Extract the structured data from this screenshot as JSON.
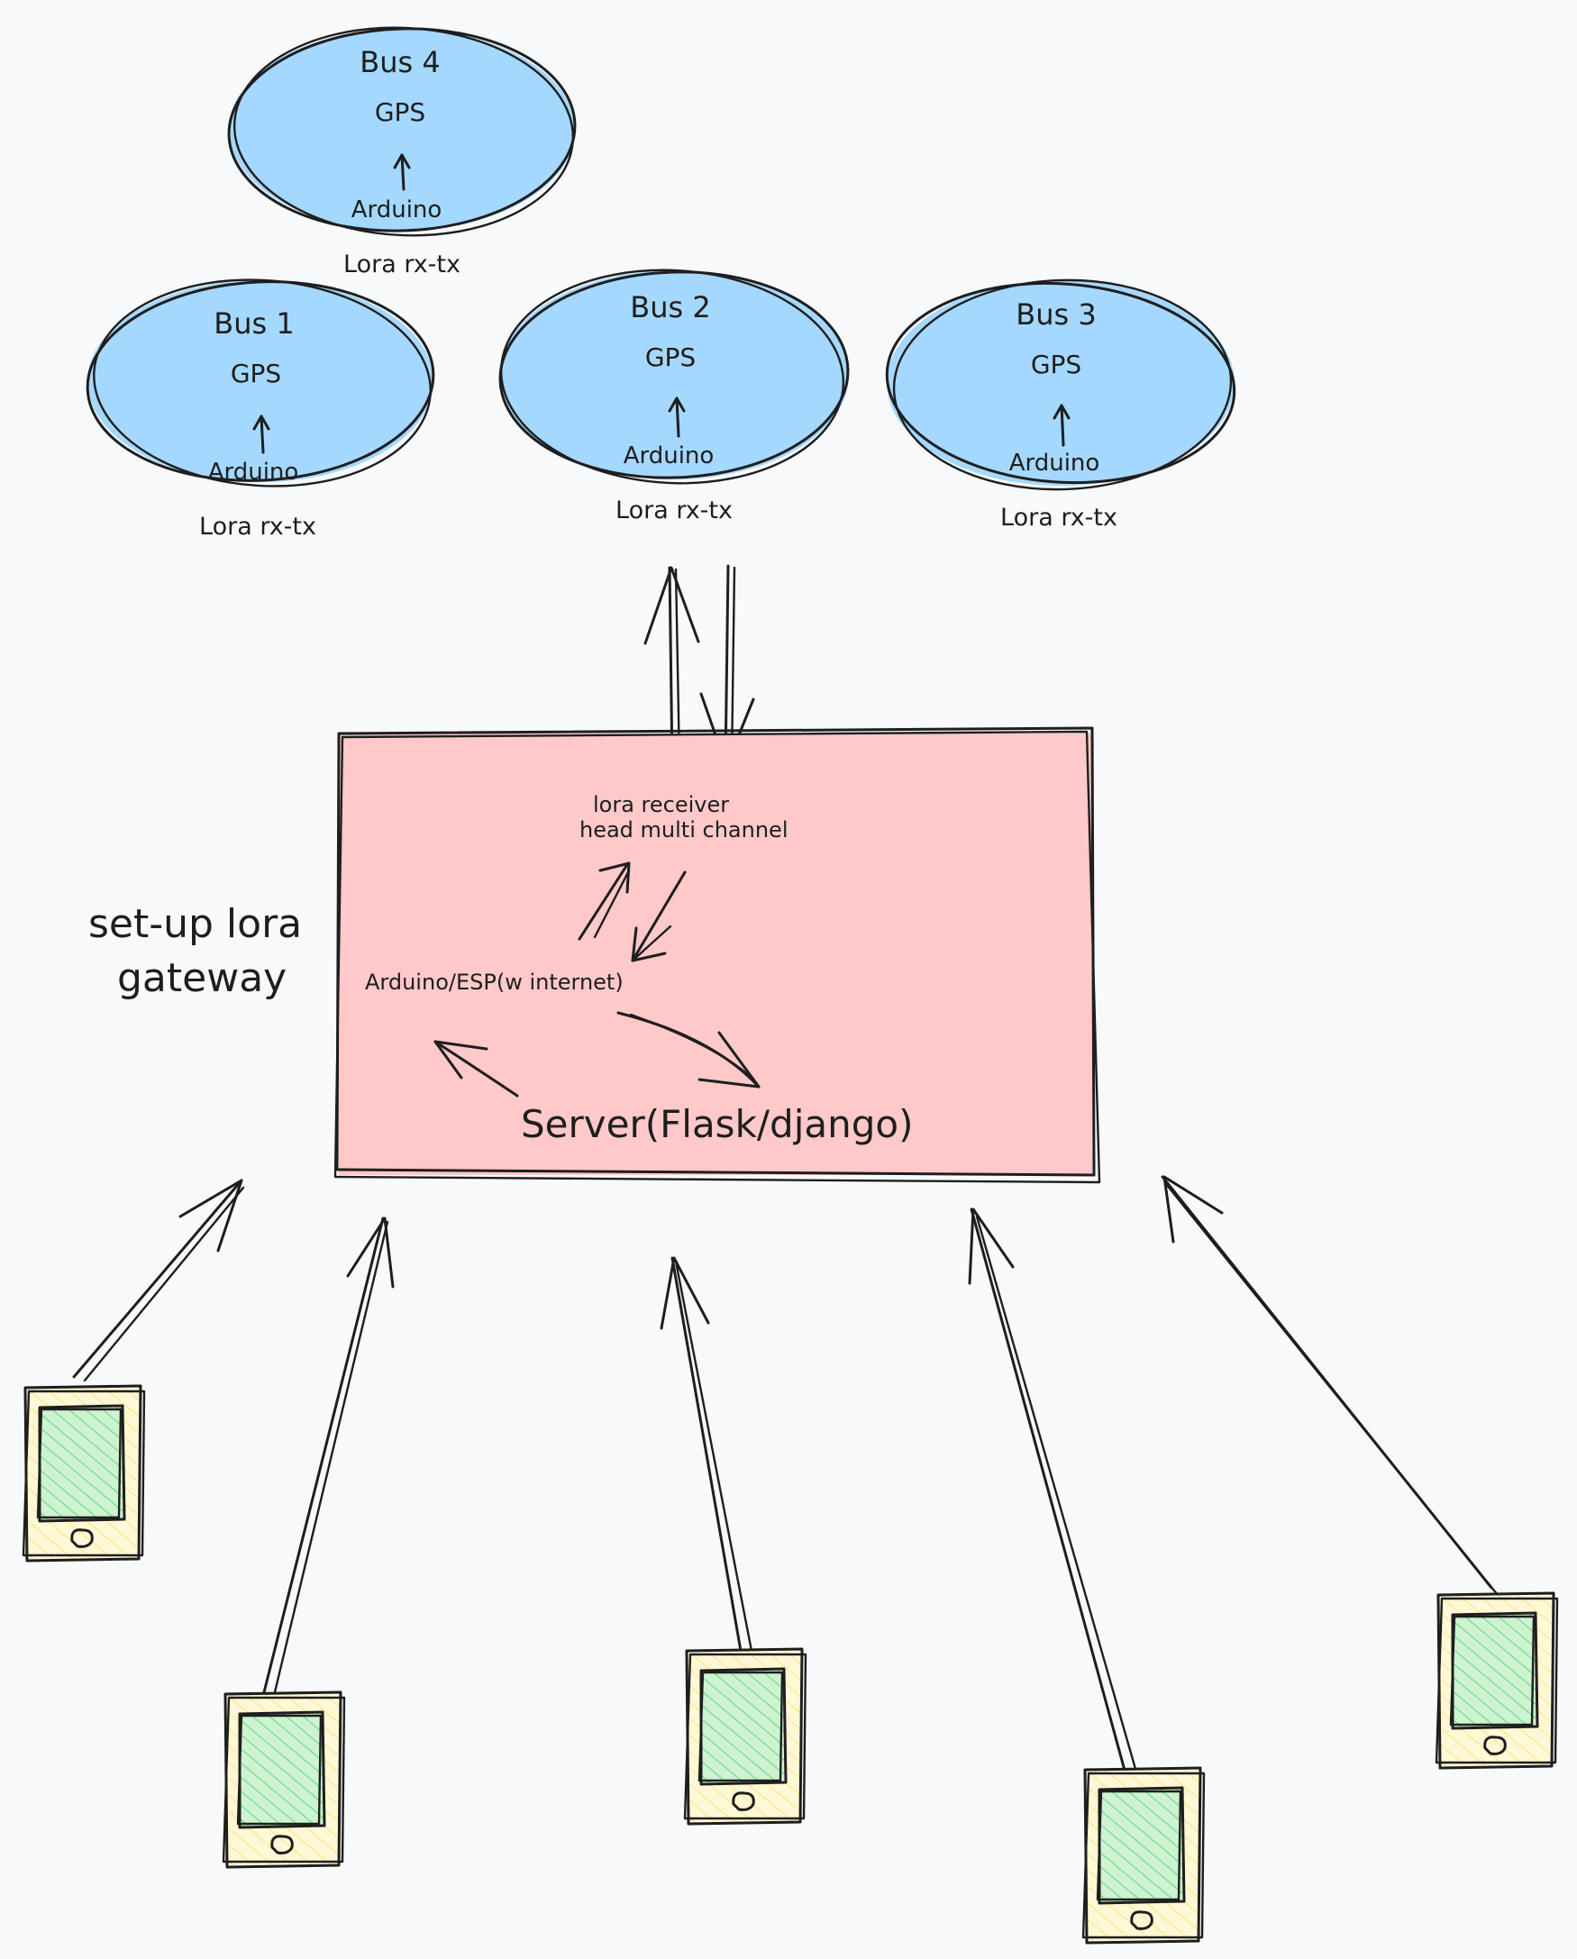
{
  "colors": {
    "background": "#f8f9fa",
    "bus_fill": "#a5d8ff",
    "gateway_fill": "#ffc9c9",
    "phone_frame_fill": "#fff3bf",
    "phone_screen_fill": "#b2f2bb",
    "stroke": "#1e1e1e"
  },
  "buses": [
    {
      "title": "Bus 4",
      "gps": "GPS",
      "arduino": "Arduino",
      "lora": "Lora rx-tx"
    },
    {
      "title": "Bus 1",
      "gps": "GPS",
      "arduino": "Arduino",
      "lora": "Lora rx-tx"
    },
    {
      "title": "Bus 2",
      "gps": "GPS",
      "arduino": "Arduino",
      "lora": "Lora rx-tx"
    },
    {
      "title": "Bus 3",
      "gps": "GPS",
      "arduino": "Arduino",
      "lora": "Lora rx-tx"
    }
  ],
  "gateway": {
    "receiver_line1": "lora receiver",
    "receiver_line2": "head multi channel",
    "controller": "Arduino/ESP(w internet)",
    "server": "Server(Flask/django)"
  },
  "label": {
    "line1": "set-up lora",
    "line2": "gateway"
  },
  "phones": [
    {
      "icon": "smartphone-icon"
    },
    {
      "icon": "smartphone-icon"
    },
    {
      "icon": "smartphone-icon"
    },
    {
      "icon": "smartphone-icon"
    },
    {
      "icon": "smartphone-icon"
    }
  ]
}
